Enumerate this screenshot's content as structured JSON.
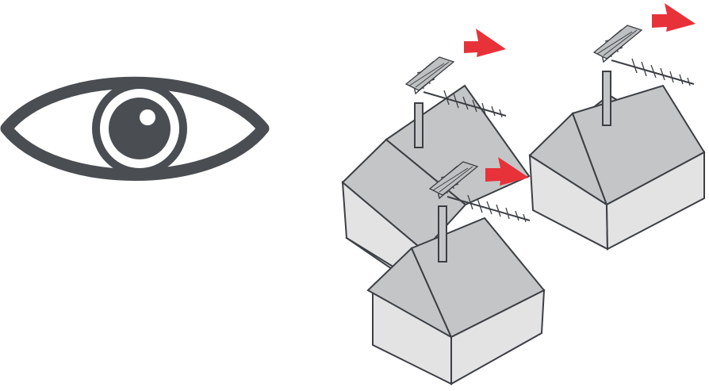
{
  "scene": {
    "icon": "eye-icon",
    "illustration": "houses-with-tv-antennas",
    "colors": {
      "eye": "#4a4d52",
      "roof": "#c4c5c6",
      "wall_front": "#e3e3e4",
      "wall_side": "#d4d5d6",
      "outline": "#3c3f44",
      "arrow": "#e8323a"
    },
    "houses": [
      {
        "name": "house-back-left"
      },
      {
        "name": "house-right"
      },
      {
        "name": "house-front"
      }
    ],
    "arrows": [
      {
        "name": "arrow-top-left"
      },
      {
        "name": "arrow-top-right"
      },
      {
        "name": "arrow-middle"
      }
    ]
  }
}
